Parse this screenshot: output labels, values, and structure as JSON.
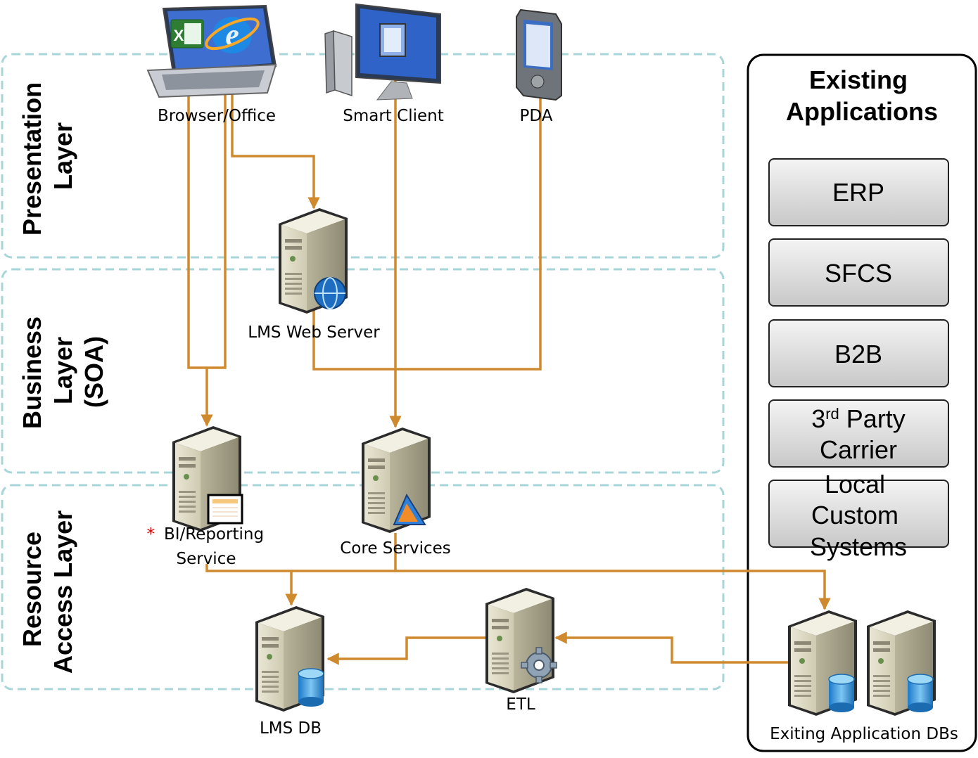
{
  "layers": {
    "presentation": [
      "Presentation",
      "Layer"
    ],
    "business": [
      "Business",
      "Layer",
      "(SOA)"
    ],
    "resource": [
      "Resource",
      "Access Layer"
    ]
  },
  "clients": {
    "browser": "Browser/Office",
    "smart_client": "Smart Client",
    "pda": "PDA"
  },
  "servers": {
    "lms_web": "LMS Web Server",
    "bi_asterisk": "*",
    "bi_line1": "BI/Reporting",
    "bi_line2": "Service",
    "core": "Core Services",
    "lms_db": "LMS DB",
    "etl": "ETL",
    "existing_dbs": "Exiting Application DBs"
  },
  "existing": {
    "title_line1": "Existing",
    "title_line2": "Applications",
    "erp": "ERP",
    "sfcs": "SFCS",
    "b2b": "B2B",
    "third_party_num": "3",
    "third_party_sup": "rd",
    "third_party_rest": " Party",
    "third_party_line2": "Carrier",
    "local_line1": "Local",
    "local_line2": "Custom",
    "local_line3": "Systems"
  },
  "colors": {
    "connector": "#D08A2E",
    "layer_border": "#A8D5D8",
    "asterisk": "#E00000",
    "box_border": "#000000"
  }
}
